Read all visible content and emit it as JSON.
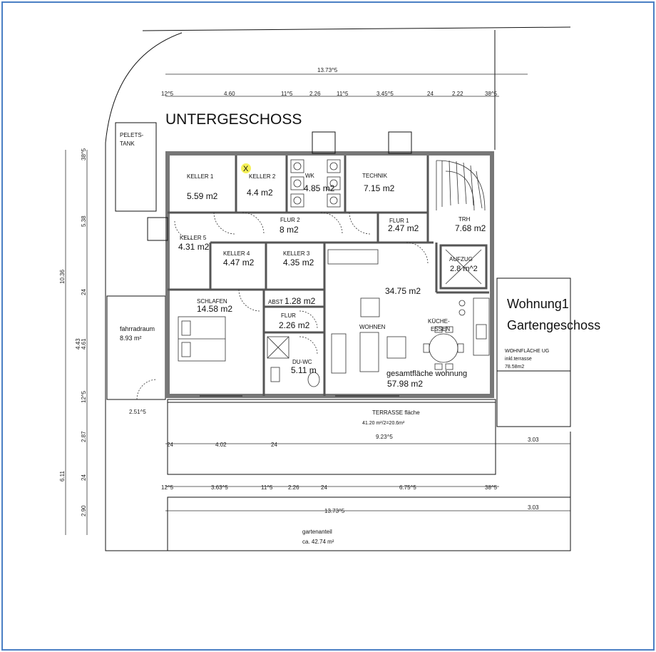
{
  "title": "UNTERGESCHOSS",
  "side_label": {
    "line1": "Wohnung1",
    "line2": "Gartengeschoss"
  },
  "mark": "X",
  "rooms": [
    {
      "name": "KELLER 1",
      "area": "5.59 m2"
    },
    {
      "name": "KELLER 2",
      "area": "4.4 m2"
    },
    {
      "name": "WK",
      "area": "4.85 m2"
    },
    {
      "name": "TECHNIK",
      "area": "7.15 m2"
    },
    {
      "name": "TRH",
      "area": "7.68 m2"
    },
    {
      "name": "FLUR 2",
      "area": "8 m2"
    },
    {
      "name": "FLUR 1",
      "area": "2.47 m2"
    },
    {
      "name": "KELLER 5",
      "area": "4.31 m2"
    },
    {
      "name": "KELLER 4",
      "area": "4.47 m2"
    },
    {
      "name": "KELLER 3",
      "area": "4.35 m2"
    },
    {
      "name": "AUFZUG",
      "area": "2.8 m^2"
    },
    {
      "name": "SCHLAFEN",
      "area": "14.58 m2"
    },
    {
      "name": "ABST",
      "area": "1.28 m2"
    },
    {
      "name": "FLUR",
      "area": "2.26 m2"
    },
    {
      "name": "DU-WC",
      "area": "5.11 m"
    },
    {
      "name": "WOHNEN",
      "area": "34.75 m2"
    },
    {
      "name": "KÜCHE-",
      "area": "ESSEN"
    }
  ],
  "peletstank": {
    "line1": "PELETS-",
    "line2": "TANK"
  },
  "fahrradraum": {
    "name": "fahrradraum",
    "area": "8.93 m²"
  },
  "gesamt": {
    "label": "gesamtfläche wohnung",
    "area": "57.98 m2"
  },
  "terrasse": {
    "label": "TERRASSE fläche",
    "formula": "41.20 m²/2=20.6m²"
  },
  "wohnflaeche": {
    "line1": "WOHNFLÄCHE UG",
    "line2": "inkl.terrasse",
    "line3": "78.58m2"
  },
  "garten": {
    "label": "gartenanteil",
    "area": "ca. 42.74 m²"
  },
  "dims_top_total": "13.73^5",
  "dims_top_parts": [
    "12^5",
    "4.60",
    "11^5",
    "2.26",
    "11^5",
    "3.45^5",
    "24",
    "2.22",
    "38^5"
  ],
  "dims_left_inner": [
    "38^5",
    "5.38",
    "24",
    "4.43",
    "4.61",
    "12^5",
    "2.87",
    "24",
    "2.90"
  ],
  "dims_left_outer": [
    "10.36",
    "6.11"
  ],
  "dims_bottom_parts": [
    "12^5",
    "3.63^5",
    "11^5",
    "2.26",
    "24",
    "6.75^5",
    "38^5"
  ],
  "dims_bottom_total": "13.73^5",
  "dims_misc": [
    "2.51^5",
    "24",
    "4.02",
    "24",
    "9.23^5",
    "3.03",
    "3.03"
  ]
}
